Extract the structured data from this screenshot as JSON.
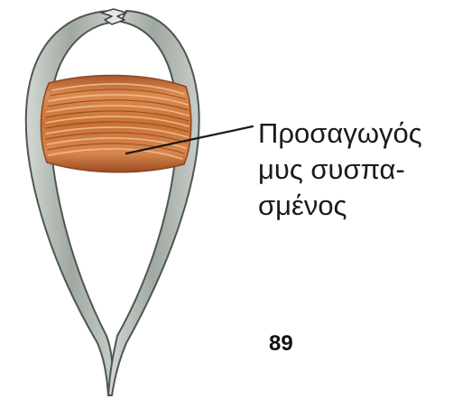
{
  "label": {
    "lines": [
      "Προσαγωγός",
      "μυς συσπα-",
      "σμένος"
    ]
  },
  "page_number": "89",
  "colors": {
    "background": "#ffffff",
    "shell_fill": "#b9c1bb",
    "shell_outline": "#4f5651",
    "muscle_fill": "#c06a34",
    "muscle_dark": "#8e4520",
    "muscle_light": "#f0b27d",
    "leader_line": "#1a1a1a"
  }
}
